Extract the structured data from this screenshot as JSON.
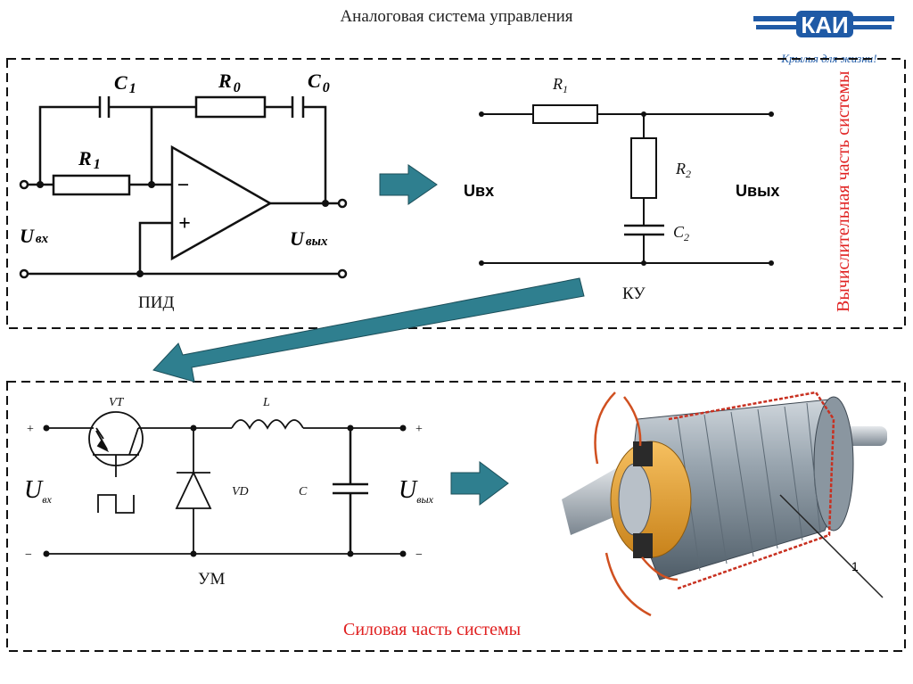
{
  "title": "Аналоговая система управления",
  "logo": {
    "text": "КАИ",
    "tagline": "Крылья для жизни!",
    "color": "#1f5aa6"
  },
  "pid": {
    "label": "ПИД",
    "c1": "C",
    "c1_sub": "1",
    "r0": "R",
    "r0_sub": "0",
    "c0": "C",
    "c0_sub": "0",
    "r1": "R",
    "r1_sub": "1",
    "minus": "−",
    "plus": "+",
    "uin": "U",
    "uin_sub": "вх",
    "uout": "U",
    "uout_sub": "вых"
  },
  "ku": {
    "label": "КУ",
    "r1": "R",
    "r1_sub": "1",
    "r2": "R",
    "r2_sub": "2",
    "c2": "C",
    "c2_sub": "2",
    "uin": "Uвх",
    "uout": "Uвых"
  },
  "computing_part": "Вычислительная часть системы",
  "um": {
    "label": "УМ",
    "vt": "VT",
    "l": "L",
    "vd": "VD",
    "c": "C",
    "plus": "+",
    "minus": "−",
    "uin": "U",
    "uin_sub": "вх",
    "uout": "U",
    "uout_sub": "вых"
  },
  "motor": {
    "callout": "1"
  },
  "power_part": "Силовая часть системы",
  "colors": {
    "arrow": "#2f7f8f",
    "accent_red": "#e02020",
    "motor_coil": "#e8a020"
  }
}
